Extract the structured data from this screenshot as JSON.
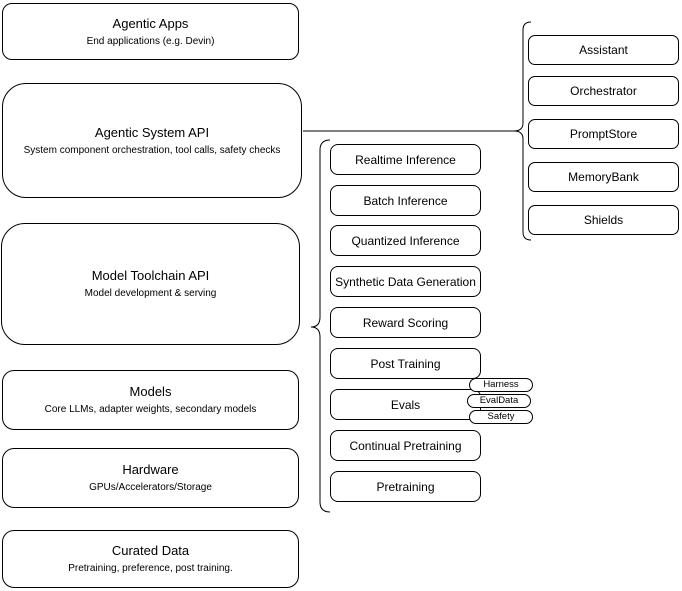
{
  "left_stack": [
    {
      "title": "Agentic Apps",
      "subtitle": "End applications (e.g. Devin)"
    },
    {
      "title": "Agentic System API",
      "subtitle": "System component orchestration, tool calls, safety checks"
    },
    {
      "title": "Model Toolchain API",
      "subtitle": "Model development & serving"
    },
    {
      "title": "Models",
      "subtitle": "Core LLMs, adapter weights, secondary models"
    },
    {
      "title": "Hardware",
      "subtitle": "GPUs/Accelerators/Storage"
    },
    {
      "title": "Curated Data",
      "subtitle": "Pretraining, preference, post training."
    }
  ],
  "toolchain_items": [
    "Realtime Inference",
    "Batch Inference",
    "Quantized Inference",
    "Synthetic Data Generation",
    "Reward Scoring",
    "Post Training",
    "Evals",
    "Continual Pretraining",
    "Pretraining"
  ],
  "evals_tags": [
    "Harness",
    "EvalData",
    "Safety"
  ],
  "system_components": [
    "Assistant",
    "Orchestrator",
    "PromptStore",
    "MemoryBank",
    "Shields"
  ],
  "colors": {
    "stroke": "#000000",
    "fill": "#ffffff",
    "text": "#000000"
  }
}
